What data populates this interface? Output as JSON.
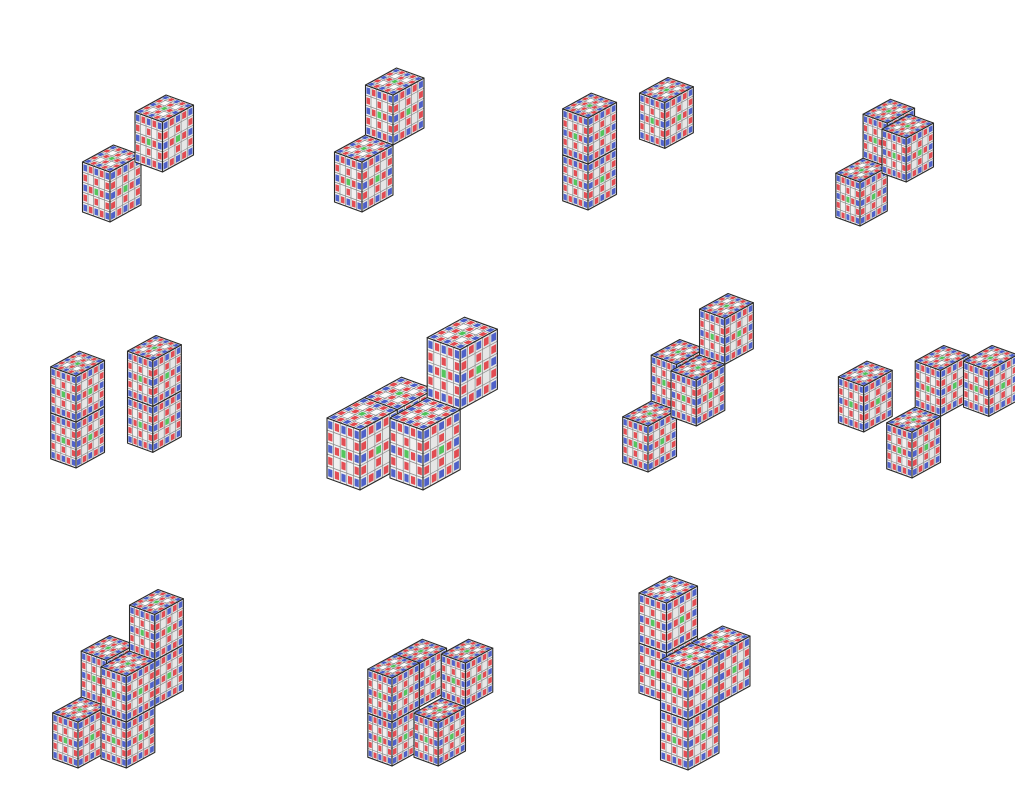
{
  "figure": {
    "panel_count": 11,
    "rows": [
      4,
      4,
      3
    ],
    "lattice_size": 5,
    "colors": {
      "corner": "#3a4fc4",
      "edge": "#e0373d",
      "face_center": "#3fbe4a",
      "face": "#f2f2f2",
      "grid": "#8a8a8a",
      "outline": "#2a2a2a"
    },
    "panels": [
      {
        "cube_count": 2
      },
      {
        "cube_count": 2
      },
      {
        "cube_count": 3
      },
      {
        "cube_count": 3
      },
      {
        "cube_count": 4
      },
      {
        "cube_count": 4
      },
      {
        "cube_count": 4
      },
      {
        "cube_count": 4
      },
      {
        "cube_count": 6
      },
      {
        "cube_count": 5
      },
      {
        "cube_count": 5
      }
    ]
  }
}
